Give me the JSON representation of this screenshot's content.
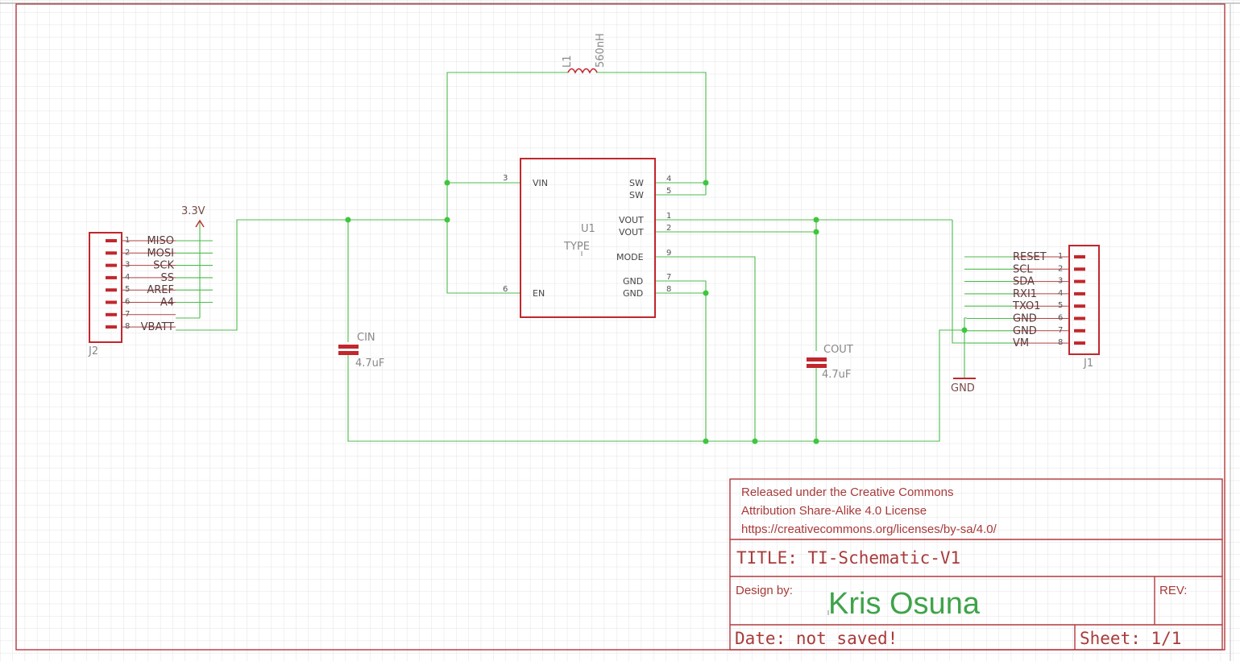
{
  "colors": {
    "wire": "#4cbb4c",
    "junction": "#3fc63f",
    "part": "#c1272d",
    "frame": "#b2383d",
    "designer": "#3fa34a"
  },
  "inductor": {
    "ref": "L1",
    "value": "560nH"
  },
  "ic": {
    "ref": "U1",
    "value": "TYPE",
    "left_pins": [
      {
        "num": "3",
        "name": "VIN"
      },
      {
        "num": "6",
        "name": "EN"
      }
    ],
    "right_pins": [
      {
        "num": "4",
        "name": "SW"
      },
      {
        "num": "5",
        "name": "SW"
      },
      {
        "num": "1",
        "name": "VOUT"
      },
      {
        "num": "2",
        "name": "VOUT"
      },
      {
        "num": "9",
        "name": "MODE"
      },
      {
        "num": "7",
        "name": "GND"
      },
      {
        "num": "8",
        "name": "GND"
      }
    ]
  },
  "cin": {
    "ref": "CIN",
    "value": "4.7uF"
  },
  "cout": {
    "ref": "COUT",
    "value": "4.7uF"
  },
  "supply": {
    "label": "3.3V"
  },
  "gnd_symbol": {
    "label": "GND"
  },
  "j2": {
    "ref": "J2",
    "pins": [
      {
        "num": "1",
        "name": "MISO"
      },
      {
        "num": "2",
        "name": "MOSI"
      },
      {
        "num": "3",
        "name": "SCK"
      },
      {
        "num": "4",
        "name": "SS"
      },
      {
        "num": "5",
        "name": "AREF"
      },
      {
        "num": "6",
        "name": "A4"
      },
      {
        "num": "7",
        "name": ""
      },
      {
        "num": "8",
        "name": "VBATT"
      }
    ]
  },
  "j1": {
    "ref": "J1",
    "pins": [
      {
        "num": "1",
        "name": "RESET"
      },
      {
        "num": "2",
        "name": "SCL"
      },
      {
        "num": "3",
        "name": "SDA"
      },
      {
        "num": "4",
        "name": "RXI1"
      },
      {
        "num": "5",
        "name": "TXO1"
      },
      {
        "num": "6",
        "name": "GND"
      },
      {
        "num": "7",
        "name": "GND"
      },
      {
        "num": "8",
        "name": "VM"
      }
    ]
  },
  "title_block": {
    "license_lines": [
      "Released under the Creative Commons",
      "Attribution Share-Alike 4.0 License",
      " https://creativecommons.org/licenses/by-sa/4.0/"
    ],
    "title": "TITLE: TI-Schematic-V1",
    "design_by_label": "Design by:",
    "designer": "Kris Osuna",
    "rev_label": "REV:",
    "date": "Date: not saved!",
    "sheet": "Sheet: 1/1"
  }
}
